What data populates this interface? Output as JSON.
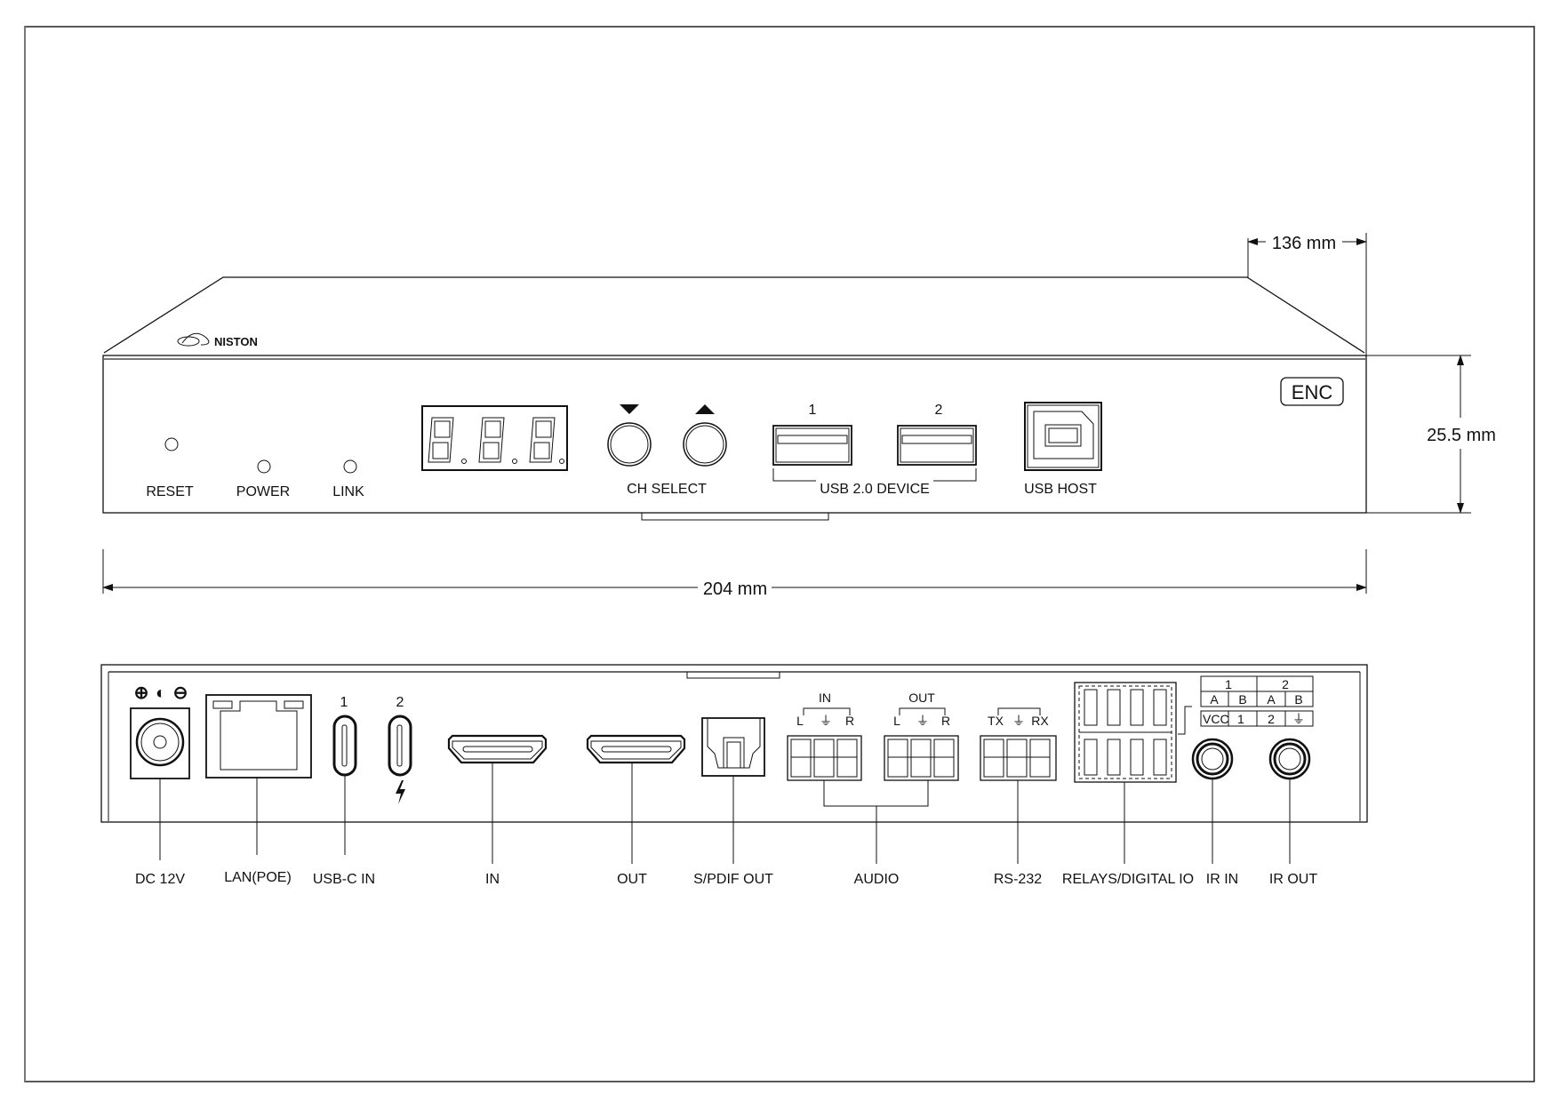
{
  "front_panel": {
    "brand": "NISTON",
    "model_badge": "ENC",
    "leds": [
      {
        "label": "RESET"
      },
      {
        "label": "POWER"
      },
      {
        "label": "LINK"
      }
    ],
    "display_digits": [
      "8",
      "8",
      "8"
    ],
    "ch_select": {
      "label": "CH SELECT",
      "down_symbol": "▼",
      "up_symbol": "▲"
    },
    "usb_device": {
      "label": "USB 2.0 DEVICE",
      "ports": [
        "1",
        "2"
      ]
    },
    "usb_host": {
      "label": "USB HOST"
    }
  },
  "dimensions": {
    "width": "204 mm",
    "depth": "136 mm",
    "height": "25.5 mm"
  },
  "rear_panel": {
    "dc_polarity_symbols": [
      "⊕",
      "◐",
      "⊖"
    ],
    "usbc_ports": [
      "1",
      "2"
    ],
    "audio": {
      "in_label": "IN",
      "out_label": "OUT",
      "pins": [
        "L",
        "⏚",
        "R"
      ]
    },
    "rs232_pins": [
      "TX",
      "⏚",
      "RX"
    ],
    "relay_table": {
      "header": [
        "1",
        "2"
      ],
      "sub": [
        "A",
        "B",
        "A",
        "B"
      ],
      "row": [
        "VCC",
        "1",
        "2",
        "⏚"
      ]
    },
    "labels": {
      "dc": "DC 12V",
      "lan": "LAN(POE)",
      "usbc": "USB-C IN",
      "hdmi_in": "IN",
      "hdmi_out": "OUT",
      "spdif": "S/PDIF OUT",
      "audio": "AUDIO",
      "rs232": "RS-232",
      "relays": "RELAYS/DIGITAL IO",
      "ir_in": "IR IN",
      "ir_out": "IR OUT"
    }
  }
}
